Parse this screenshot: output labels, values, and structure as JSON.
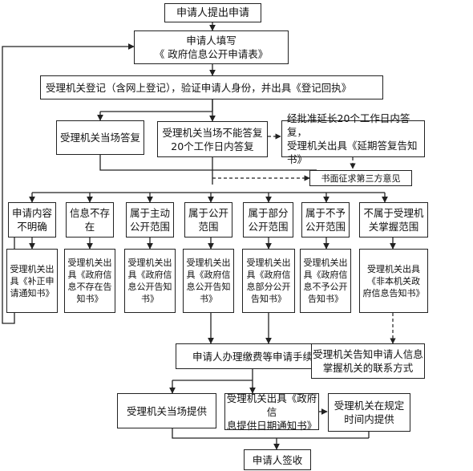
{
  "nodes": {
    "start": "申请人提出申请",
    "fill_form": "申请人填写\n《 政府信息公开申请表》",
    "register": "受理机关登记（含网上登记），验证申请人身份，并出具《登记回执》",
    "reply_on_spot": "受理机关当场答复",
    "reply_20_days": "受理机关当场不能答复\n20个工作日内答复",
    "extension": "经批准延长20个工作日内答复，\n受理机关出具《延期答复告知书》",
    "third_party": "书面征求第三方意见",
    "cat_unclear": "申请内容\n不明确",
    "cat_not_exist": "信息不存在",
    "cat_active": "属于主动\n公开范围",
    "cat_public": "属于公开\n范围",
    "cat_partial": "属于部分\n公开范围",
    "cat_not_public": "属于不予\n公开范围",
    "cat_not_mine": "不属于受理机\n关掌握范围",
    "notice_correct": "受理机关出\n具《补正申\n请通知书》",
    "notice_not_exist": "受理机关出\n具《政府信\n息不存在告\n知书》",
    "notice_active": "受理机关出\n具《政府信\n息公开告知\n书》",
    "notice_public": "受理机关出\n具《政府信\n息公开告知\n书》",
    "notice_partial": "受理机关出\n具《政府信\n息部分公开\n告知书》",
    "notice_not_public": "受理机关出\n具《政府信\n息不予公开\n告知书》",
    "notice_not_mine": "受理机关出具\n《非本机关政\n府信息告知书》",
    "fees": "申请人办理缴费等申请手续",
    "inform_contact": "受理机关告知申请人信息\n掌握机关的联系方式",
    "provide_on_spot": "受理机关当场提供",
    "provide_date_notice": "受理机关出具《政府信\n息提供日期通知书》",
    "provide_in_time": "受理机关在规定\n时间内提供",
    "sign": "申请人签收"
  }
}
